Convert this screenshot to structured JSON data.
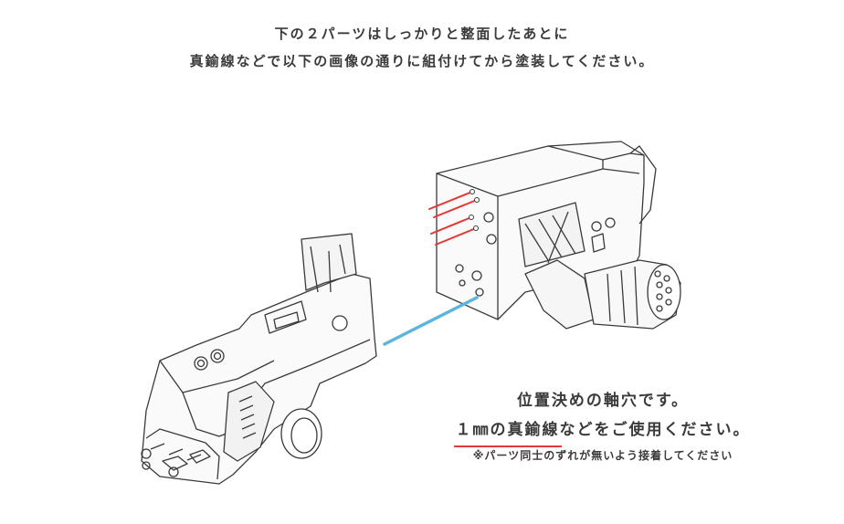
{
  "header": {
    "line1": "下の２パーツはしっかりと整面したあとに",
    "line2": "真鍮線などで以下の画像の通りに組付けてから塗装してください。"
  },
  "note": {
    "line1": "位置決めの軸穴です。",
    "line2_part1": "１㎜の真鍮線",
    "line2_part2": "などをご使用ください。",
    "line3": "※パーツ同士のずれが無いよう接着してください"
  },
  "colors": {
    "pin_red": "#e53935",
    "connector_blue": "#5bb5e0",
    "line": "#3a3a3a"
  }
}
